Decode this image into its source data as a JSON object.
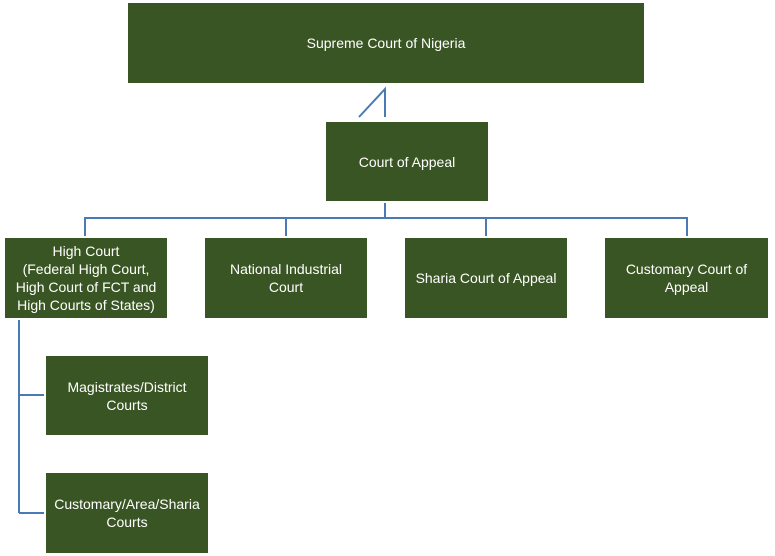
{
  "diagram": {
    "accent_color": "#3a5524",
    "line_color": "#4a7ab5",
    "nodes": {
      "supreme": "Supreme Court of Nigeria",
      "court_of_appeal": "Court of Appeal",
      "high_court": "High Court\n(Federal High Court,\nHigh Court of FCT and\nHigh Courts of States)",
      "national_industrial": "National Industrial\nCourt",
      "sharia_appeal": "Sharia Court of Appeal",
      "customary_appeal": "Customary Court of\nAppeal",
      "magistrates": "Magistrates/District\nCourts",
      "customary_area_sharia": "Customary/Area/Sharia\nCourts"
    }
  }
}
